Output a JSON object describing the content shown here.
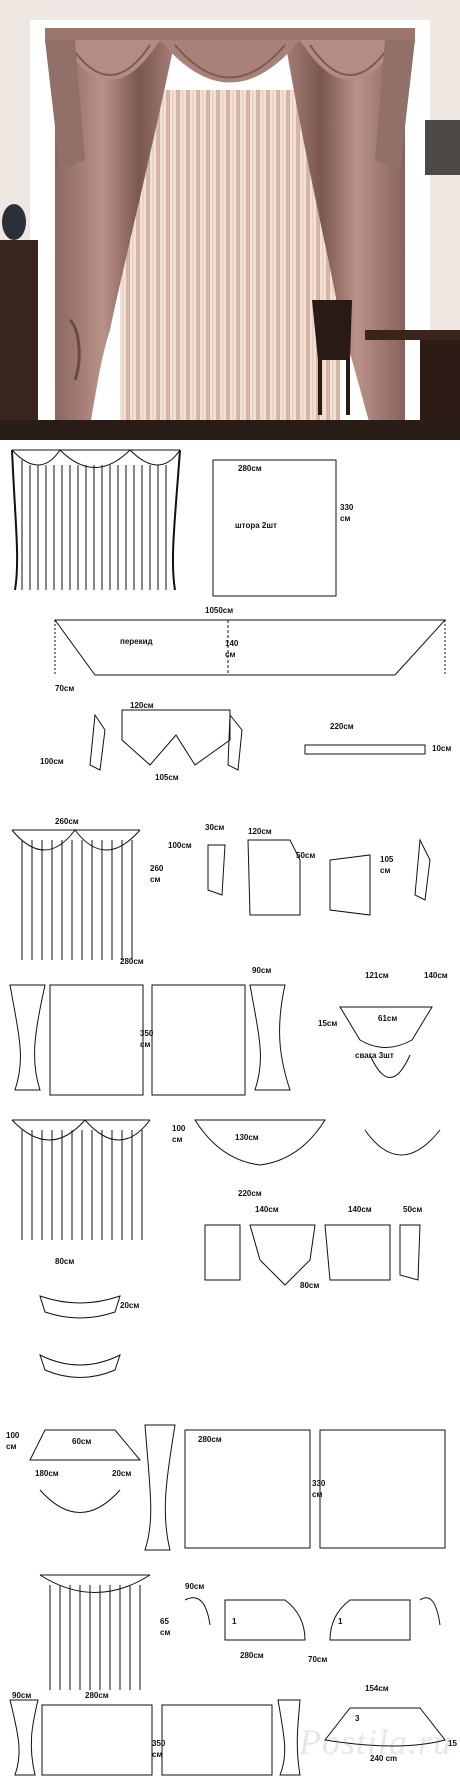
{
  "watermark": "Postila.ru",
  "colors": {
    "wall": "#efe8e2",
    "curtain_dark": "#7d5a52",
    "curtain_mid": "#a9837a",
    "sheer": "#f0ddd2",
    "floor": "#2a1c16",
    "ink": "#111111"
  },
  "photo": {
    "objects": [
      "swag-valance",
      "side-curtains",
      "sheer-panel",
      "chair",
      "desk",
      "vase",
      "dresser"
    ]
  },
  "labels": {
    "d1_w": "280см",
    "d1_h": "330",
    "d1_h_unit": "см",
    "d1_text": "штора 2шт",
    "d2_w": "1050см",
    "d2_text": "перекид",
    "d2_h": "140",
    "d2_h_unit": "см",
    "d2_side": "70см",
    "d3_top": "120см",
    "d3_left": "100см",
    "d3_bottom": "105см",
    "d3_strip": "220см",
    "d3_strip_h": "10см",
    "d4_w": "260см",
    "d4_h": "260",
    "d4_h_unit": "см",
    "d4_a": "30см",
    "d4_b": "120см",
    "d4_c": "100см",
    "d4_d": "50см",
    "d4_e": "105",
    "d4_e_unit": "см",
    "d5_w": "280см",
    "d5_side": "90см",
    "d5_h": "350",
    "d5_h_unit": "см",
    "d5_a": "121см",
    "d5_b": "140см",
    "d5_c": "61см",
    "d5_d": "15см",
    "d5_text": "свага 3шт",
    "d6_a": "100",
    "d6_a_unit": "см",
    "d6_b": "130см",
    "d6_c": "220см",
    "d6_d": "140см",
    "d6_e": "140см",
    "d6_f": "50см",
    "d6_g": "80см",
    "d6_h": "80см",
    "d6_i": "20см",
    "d7_a": "100",
    "d7_a_unit": "см",
    "d7_b": "60см",
    "d7_c": "180см",
    "d7_d": "20см",
    "d7_w": "280см",
    "d7_h": "330",
    "d7_h_unit": "см",
    "d8_a": "90см",
    "d8_b": "65",
    "d8_b_unit": "см",
    "d8_c": "1",
    "d8_d": "280см",
    "d8_e": "70см",
    "d8_f": "1",
    "d9_a": "90см",
    "d9_b": "280см",
    "d9_h": "350",
    "d9_h_unit": "см",
    "d9_c": "154см",
    "d9_d": "3",
    "d9_e": "15",
    "d9_f": "240 cm"
  }
}
